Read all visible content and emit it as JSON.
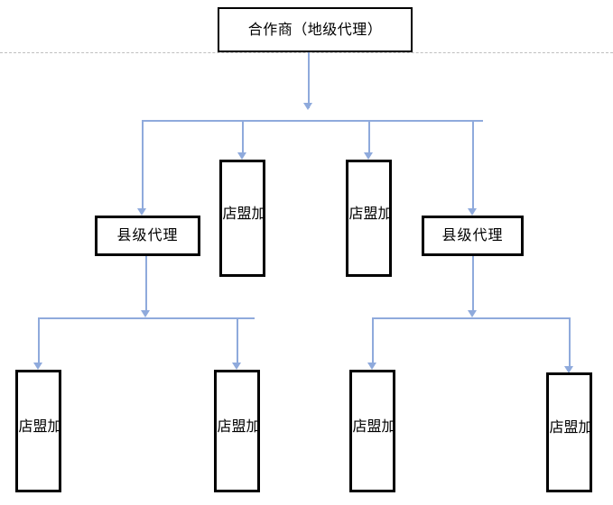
{
  "diagram": {
    "title": "",
    "type": "organizational-hierarchy",
    "colors": {
      "box_border": "#000000",
      "box_fill": "#ffffff",
      "connector": "#8faadc",
      "guide_line": "#bfbfbf",
      "text": "#000000",
      "background": "#ffffff"
    },
    "guide_line_label": "",
    "nodes": {
      "root": {
        "label": "合作商（地级代理）",
        "orientation": "horizontal"
      },
      "agent_left": {
        "label": "县级代理",
        "orientation": "horizontal"
      },
      "agent_right": {
        "label": "县级代理",
        "orientation": "horizontal"
      },
      "store_mid_left": {
        "label": "加\n盟\n店",
        "orientation": "vertical"
      },
      "store_mid_right": {
        "label": "加\n盟\n店",
        "orientation": "vertical"
      },
      "store_bottom_1": {
        "label": "加\n盟\n店",
        "orientation": "vertical"
      },
      "store_bottom_2": {
        "label": "加\n盟\n店",
        "orientation": "vertical"
      },
      "store_bottom_3": {
        "label": "加\n盟\n店",
        "orientation": "vertical"
      },
      "store_bottom_4": {
        "label": "加\n盟\n店",
        "orientation": "vertical"
      }
    },
    "edges": [
      {
        "from": "root",
        "to": "distribution-bar-1"
      },
      {
        "from": "distribution-bar-1",
        "to": "agent_left"
      },
      {
        "from": "distribution-bar-1",
        "to": "store_mid_left"
      },
      {
        "from": "distribution-bar-1",
        "to": "store_mid_right"
      },
      {
        "from": "distribution-bar-1",
        "to": "agent_right"
      },
      {
        "from": "agent_left",
        "to": "store_bottom_1"
      },
      {
        "from": "agent_left",
        "to": "store_bottom_2"
      },
      {
        "from": "agent_right",
        "to": "store_bottom_3"
      },
      {
        "from": "agent_right",
        "to": "store_bottom_4"
      }
    ]
  }
}
